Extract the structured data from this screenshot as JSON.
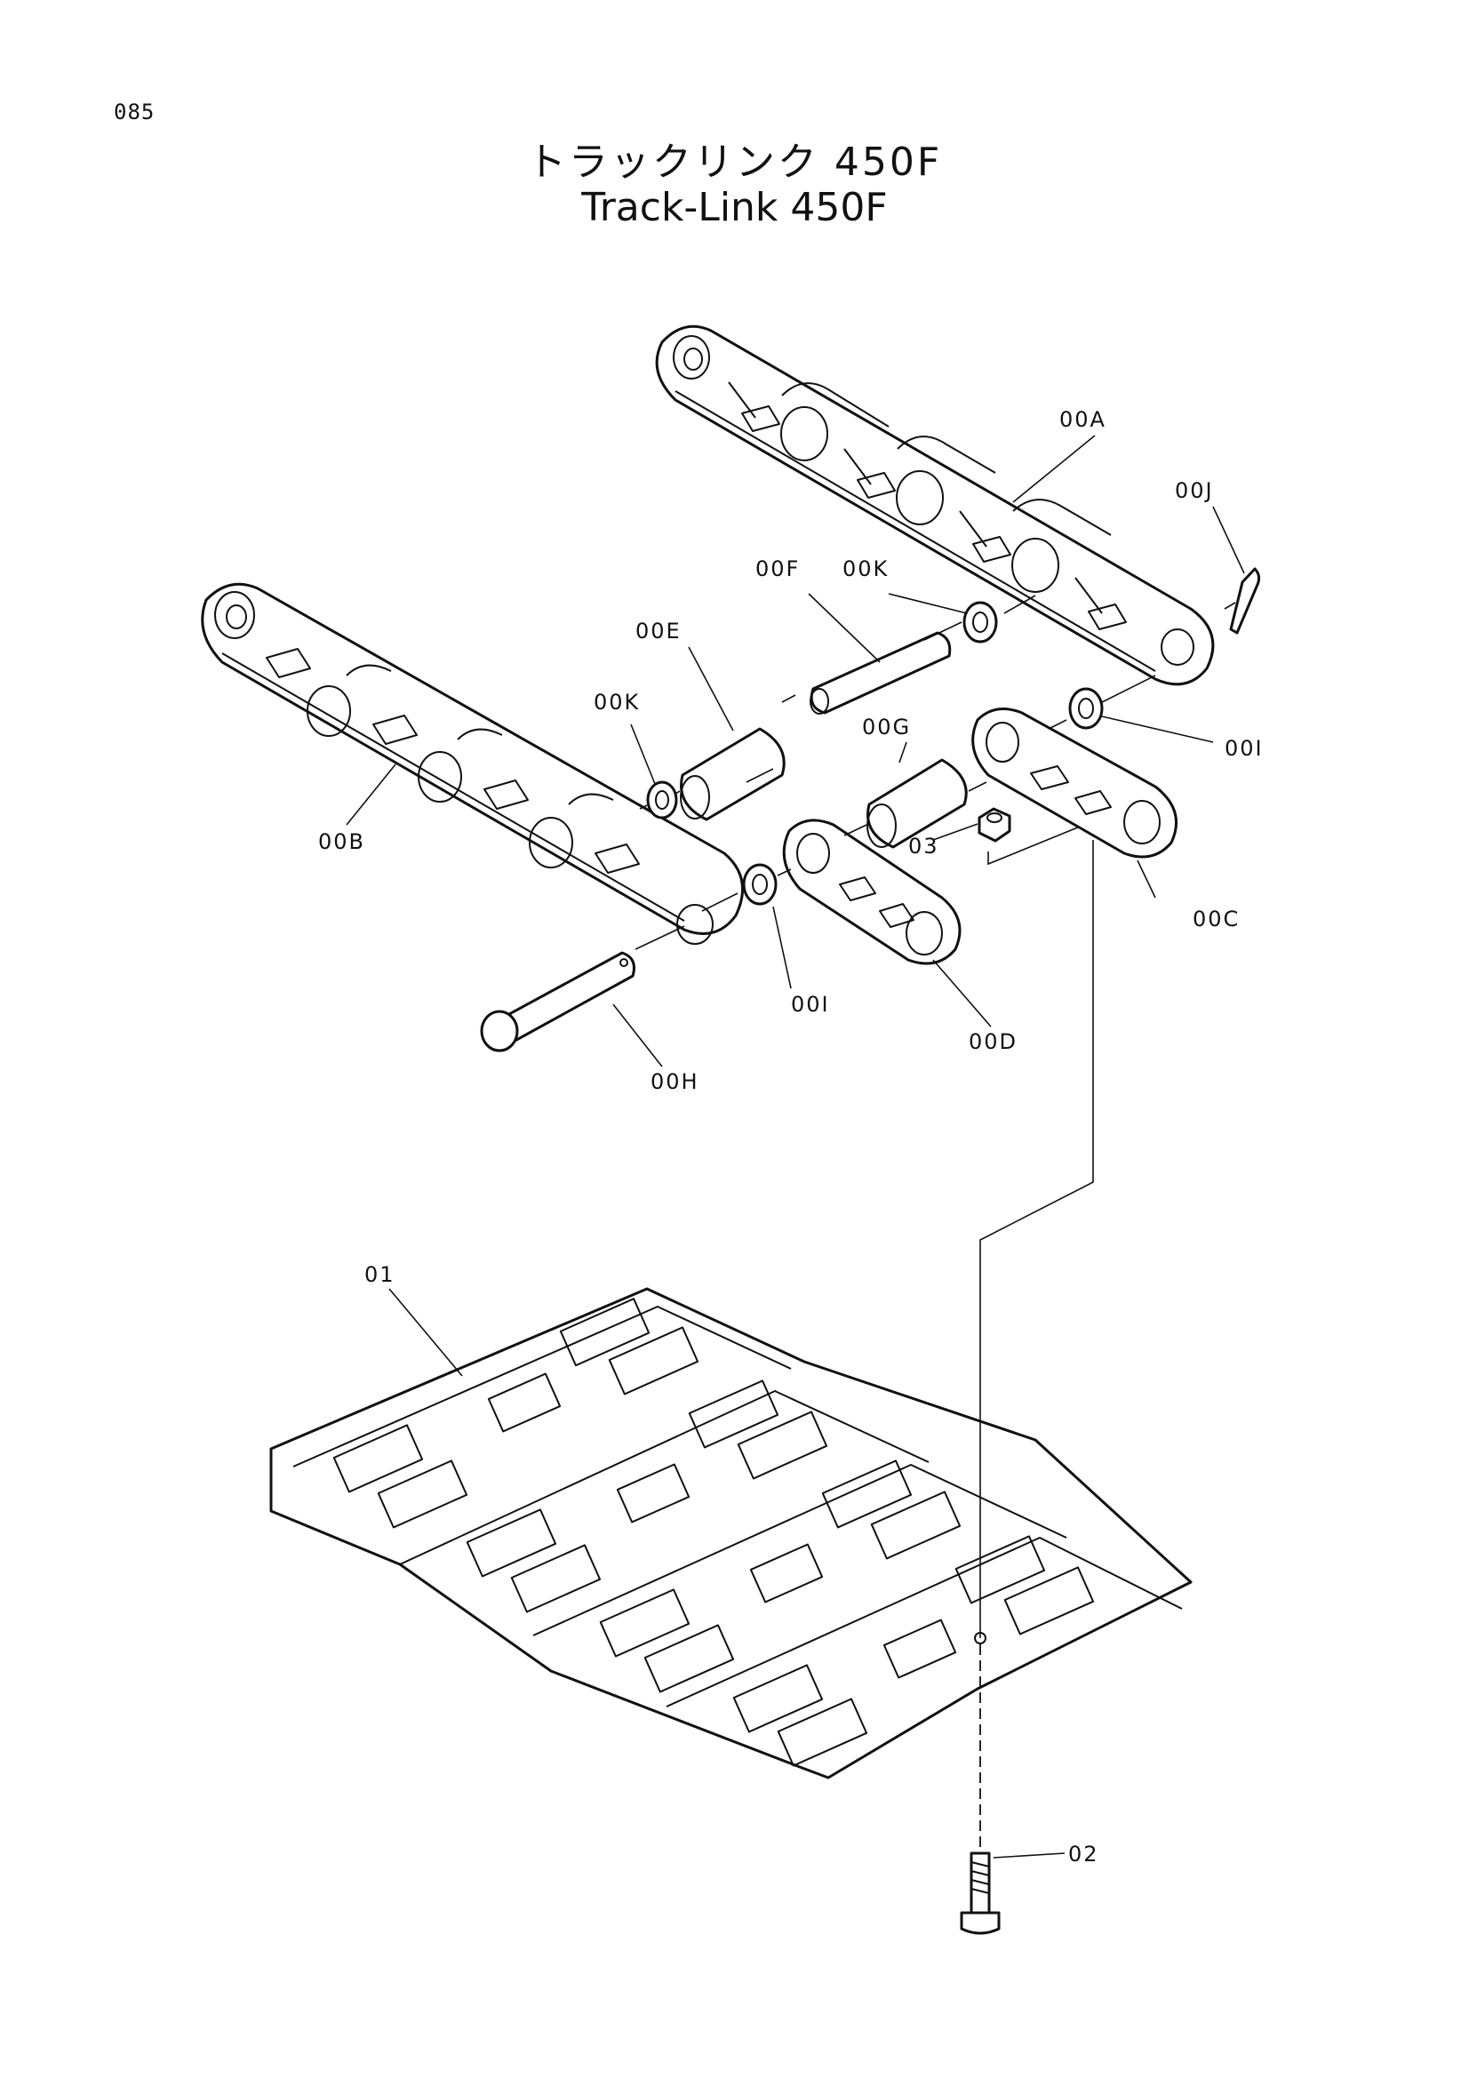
{
  "page": {
    "number": "085"
  },
  "title": {
    "japanese": "トラックリンク 450F",
    "english": "Track-Link 450F"
  },
  "callouts": {
    "c00A": "00A",
    "c00B": "00B",
    "c00C": "00C",
    "c00D": "00D",
    "c00E": "00E",
    "c00F": "00F",
    "c00G": "00G",
    "c00H": "00H",
    "c00I_right": "00I",
    "c00I_bottom": "00I",
    "c00J": "00J",
    "c00K_top": "00K",
    "c00K_left": "00K",
    "c01": "01",
    "c02": "02",
    "c03": "03"
  }
}
